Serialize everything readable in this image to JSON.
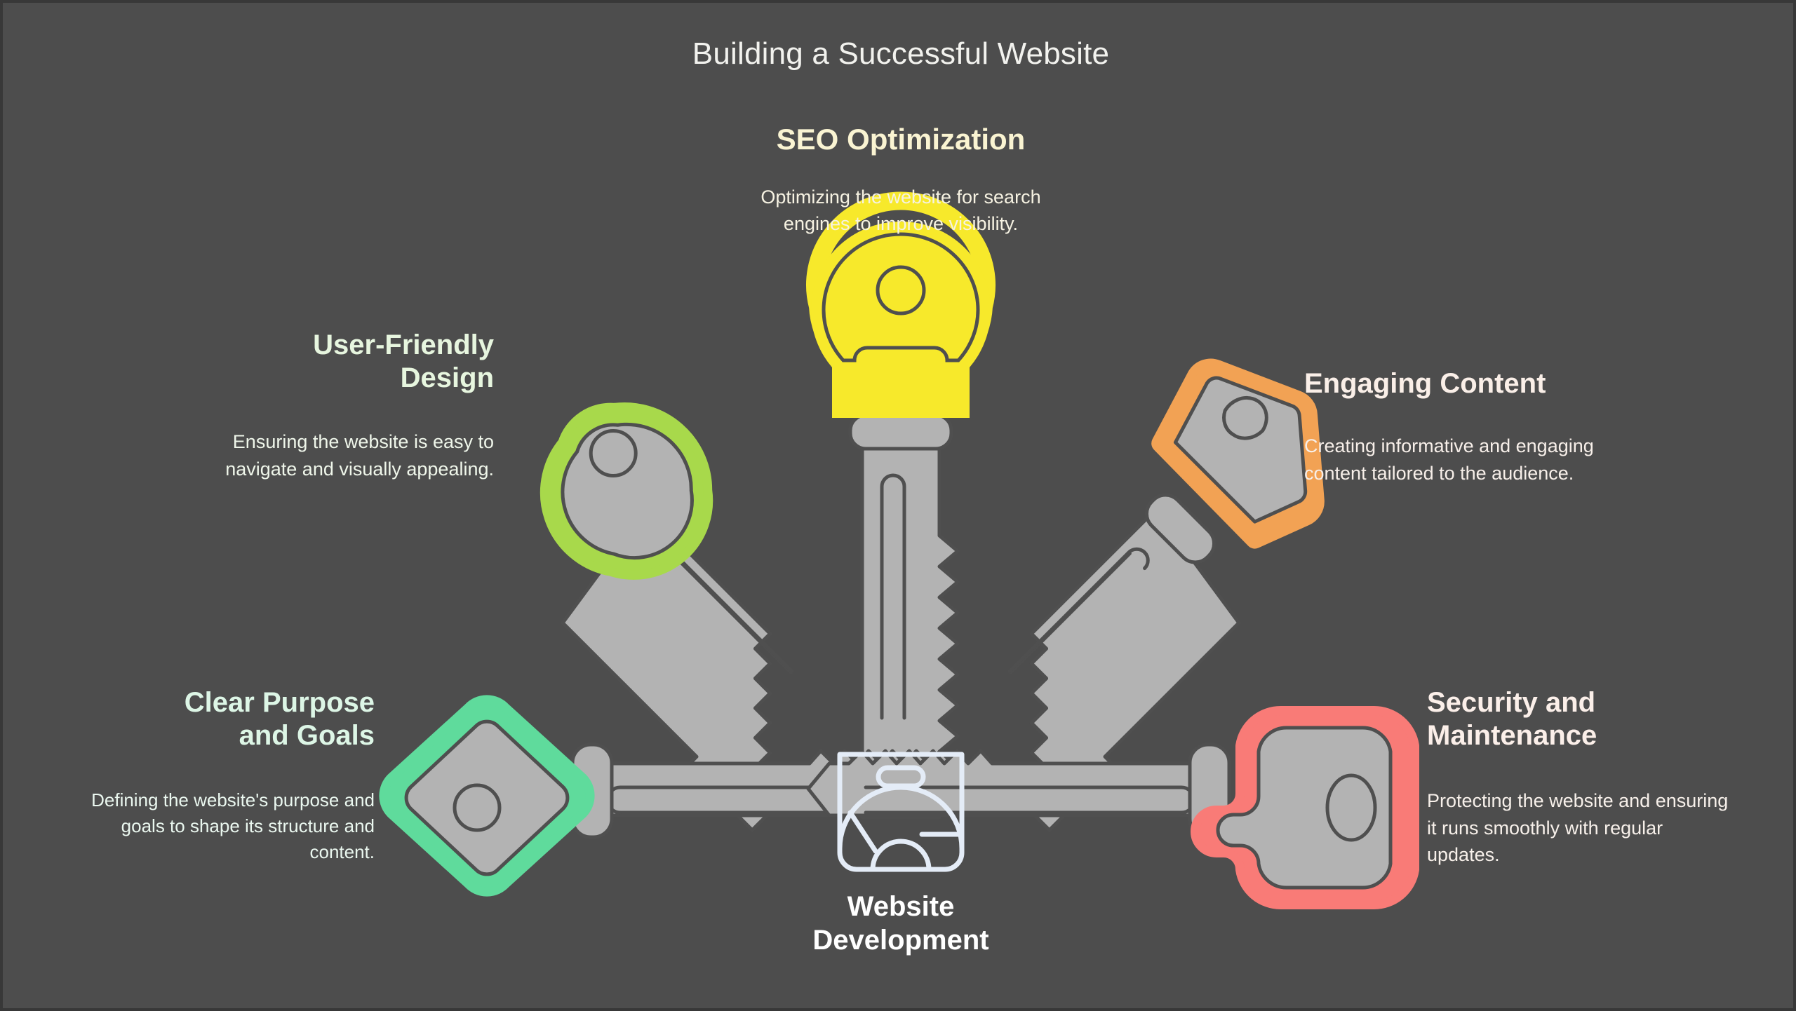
{
  "title": "Building a Successful Website",
  "background_color": "#4d4d4d",
  "center": {
    "icon": "browser-globe-icon",
    "label_line1": "Website",
    "label_line2": "Development",
    "icon_color": "#e4ecf7"
  },
  "nodes": [
    {
      "id": "seo",
      "heading": "SEO Optimization",
      "description": "Optimizing the website for search engines to improve visibility.",
      "key_color": "#f7e92b",
      "heading_color": "#faf4d2",
      "position": "top-center",
      "align": "center"
    },
    {
      "id": "user-friendly-design",
      "heading_line1": "User-Friendly",
      "heading_line2": "Design",
      "heading": "User-Friendly Design",
      "description": "Ensuring the website is easy to navigate and visually appealing.",
      "key_color": "#a8d94b",
      "heading_color": "#e7f6df",
      "position": "left-upper",
      "align": "right"
    },
    {
      "id": "engaging-content",
      "heading": "Engaging Content",
      "description": "Creating informative and engaging content tailored to the audience.",
      "key_color": "#f2a254",
      "heading_color": "#faefe8",
      "position": "right-upper",
      "align": "left"
    },
    {
      "id": "clear-purpose-and-goals",
      "heading_line1": "Clear Purpose",
      "heading_line2": "and Goals",
      "heading": "Clear Purpose and Goals",
      "description": "Defining the website's purpose and goals to shape its structure and content.",
      "key_color": "#5fdb9c",
      "heading_color": "#ddf6e6",
      "position": "left-lower",
      "align": "right"
    },
    {
      "id": "security-and-maintenance",
      "heading_line1": "Security and",
      "heading_line2": "Maintenance",
      "heading": "Security and Maintenance",
      "description": "Protecting the website and ensuring it runs smoothly with regular updates.",
      "key_color": "#f97b77",
      "heading_color": "#fbefe9",
      "position": "right-lower",
      "align": "left"
    }
  ],
  "keys": [
    {
      "name": "key-seo",
      "color": "#f7e92b",
      "bow_shape": "round",
      "orientation": "vertical-down"
    },
    {
      "name": "key-user-friendly-design",
      "color": "#a8d94b",
      "bow_shape": "trefoil",
      "orientation": "diagonal-down-right"
    },
    {
      "name": "key-engaging-content",
      "color": "#f2a254",
      "bow_shape": "hexagon",
      "orientation": "diagonal-down-left"
    },
    {
      "name": "key-clear-purpose-and-goals",
      "color": "#5fdb9c",
      "bow_shape": "diamond",
      "orientation": "horizontal-right"
    },
    {
      "name": "key-security-and-maintenance",
      "color": "#f97b77",
      "bow_shape": "rounded-rect",
      "orientation": "horizontal-left"
    }
  ]
}
